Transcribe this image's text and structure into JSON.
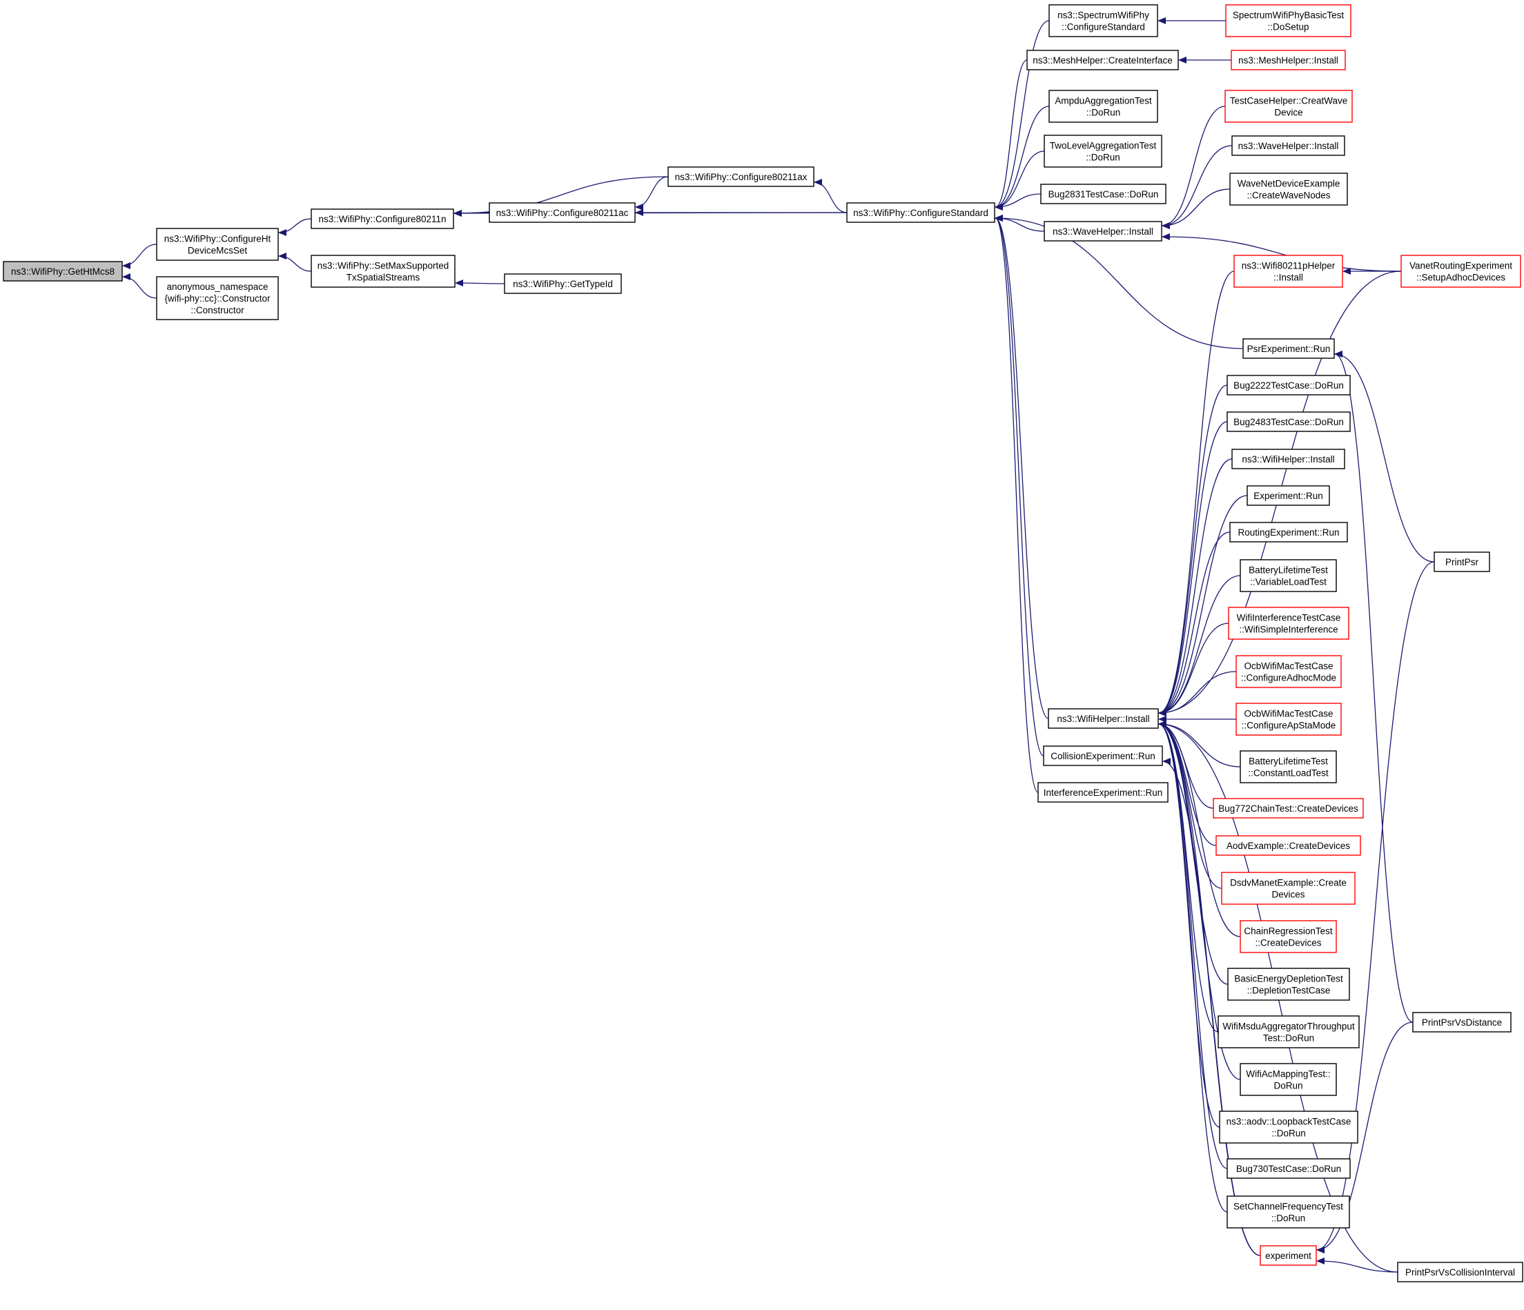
{
  "colors": {
    "edge": "#191970",
    "black_border": "#000000",
    "red_border": "#ff0000",
    "root_fill": "#bfbfbf",
    "node_fill": "#ffffff"
  },
  "nodes": [
    {
      "id": "n0",
      "lines": [
        "ns3::WifiPhy::GetHtMcs8"
      ],
      "style": "root"
    },
    {
      "id": "n1",
      "lines": [
        "ns3::WifiPhy::ConfigureHt",
        "DeviceMcsSet"
      ],
      "style": "black"
    },
    {
      "id": "n2",
      "lines": [
        "anonymous_namespace",
        "{wifi-phy::cc}::Constructor",
        "::Constructor"
      ],
      "style": "black"
    },
    {
      "id": "n3",
      "lines": [
        "ns3::WifiPhy::Configure80211n"
      ],
      "style": "black"
    },
    {
      "id": "n4",
      "lines": [
        "ns3::WifiPhy::SetMaxSupported",
        "TxSpatialStreams"
      ],
      "style": "black"
    },
    {
      "id": "n5",
      "lines": [
        "ns3::WifiPhy::Configure80211ac"
      ],
      "style": "black"
    },
    {
      "id": "n6",
      "lines": [
        "ns3::WifiPhy::GetTypeId"
      ],
      "style": "black"
    },
    {
      "id": "n7",
      "lines": [
        "ns3::WifiPhy::Configure80211ax"
      ],
      "style": "black"
    },
    {
      "id": "n8",
      "lines": [
        "ns3::WifiPhy::ConfigureStandard"
      ],
      "style": "black"
    },
    {
      "id": "n9",
      "lines": [
        "ns3::SpectrumWifiPhy",
        "::ConfigureStandard"
      ],
      "style": "black"
    },
    {
      "id": "n10",
      "lines": [
        "ns3::MeshHelper::CreateInterface"
      ],
      "style": "black"
    },
    {
      "id": "n11",
      "lines": [
        "AmpduAggregationTest",
        "::DoRun"
      ],
      "style": "black"
    },
    {
      "id": "n12",
      "lines": [
        "TwoLevelAggregationTest",
        "::DoRun"
      ],
      "style": "black"
    },
    {
      "id": "n13",
      "lines": [
        "Bug2831TestCase::DoRun"
      ],
      "style": "black"
    },
    {
      "id": "n14",
      "lines": [
        "ns3::WaveHelper::Install"
      ],
      "style": "black"
    },
    {
      "id": "n15",
      "lines": [
        "ns3::WifiHelper::Install"
      ],
      "style": "black"
    },
    {
      "id": "n16",
      "lines": [
        "CollisionExperiment::Run"
      ],
      "style": "black"
    },
    {
      "id": "n17",
      "lines": [
        "InterferenceExperiment::Run"
      ],
      "style": "black"
    },
    {
      "id": "n18",
      "lines": [
        "SpectrumWifiPhyBasicTest",
        "::DoSetup"
      ],
      "style": "red"
    },
    {
      "id": "n19",
      "lines": [
        "ns3::MeshHelper::Install"
      ],
      "style": "red"
    },
    {
      "id": "n20",
      "lines": [
        "TestCaseHelper::CreatWave",
        "Device"
      ],
      "style": "red"
    },
    {
      "id": "n21",
      "lines": [
        "ns3::WaveHelper::Install"
      ],
      "style": "black"
    },
    {
      "id": "n22",
      "lines": [
        "WaveNetDeviceExample",
        "::CreateWaveNodes"
      ],
      "style": "black"
    },
    {
      "id": "n23",
      "lines": [
        "VanetRoutingExperiment",
        "::SetupAdhocDevices"
      ],
      "style": "red"
    },
    {
      "id": "n24",
      "lines": [
        "ns3::Wifi80211pHelper",
        "::Install"
      ],
      "style": "red"
    },
    {
      "id": "n25",
      "lines": [
        "PsrExperiment::Run"
      ],
      "style": "black"
    },
    {
      "id": "n26",
      "lines": [
        "Bug2222TestCase::DoRun"
      ],
      "style": "black"
    },
    {
      "id": "n27",
      "lines": [
        "Bug2483TestCase::DoRun"
      ],
      "style": "black"
    },
    {
      "id": "n28",
      "lines": [
        "ns3::WifiHelper::Install"
      ],
      "style": "black"
    },
    {
      "id": "n29",
      "lines": [
        "Experiment::Run"
      ],
      "style": "black"
    },
    {
      "id": "n30",
      "lines": [
        "RoutingExperiment::Run"
      ],
      "style": "black"
    },
    {
      "id": "n31",
      "lines": [
        "BatteryLifetimeTest",
        "::VariableLoadTest"
      ],
      "style": "black"
    },
    {
      "id": "n32",
      "lines": [
        "WifiInterferenceTestCase",
        "::WifiSimpleInterference"
      ],
      "style": "red"
    },
    {
      "id": "n33",
      "lines": [
        "OcbWifiMacTestCase",
        "::ConfigureAdhocMode"
      ],
      "style": "red"
    },
    {
      "id": "n34",
      "lines": [
        "OcbWifiMacTestCase",
        "::ConfigureApStaMode"
      ],
      "style": "red"
    },
    {
      "id": "n35",
      "lines": [
        "BatteryLifetimeTest",
        "::ConstantLoadTest"
      ],
      "style": "black"
    },
    {
      "id": "n36",
      "lines": [
        "Bug772ChainTest::CreateDevices"
      ],
      "style": "red"
    },
    {
      "id": "n37",
      "lines": [
        "AodvExample::CreateDevices"
      ],
      "style": "red"
    },
    {
      "id": "n38",
      "lines": [
        "DsdvManetExample::Create",
        "Devices"
      ],
      "style": "red"
    },
    {
      "id": "n39",
      "lines": [
        "ChainRegressionTest",
        "::CreateDevices"
      ],
      "style": "red"
    },
    {
      "id": "n40",
      "lines": [
        "BasicEnergyDepletionTest",
        "::DepletionTestCase"
      ],
      "style": "black"
    },
    {
      "id": "n41",
      "lines": [
        "WifiMsduAggregatorThroughput",
        "Test::DoRun"
      ],
      "style": "black"
    },
    {
      "id": "n42",
      "lines": [
        "WifiAcMappingTest::",
        "DoRun"
      ],
      "style": "black"
    },
    {
      "id": "n43",
      "lines": [
        "ns3::aodv::LoopbackTestCase",
        "::DoRun"
      ],
      "style": "black"
    },
    {
      "id": "n44",
      "lines": [
        "Bug730TestCase::DoRun"
      ],
      "style": "black"
    },
    {
      "id": "n45",
      "lines": [
        "SetChannelFrequencyTest",
        "::DoRun"
      ],
      "style": "black"
    },
    {
      "id": "n46",
      "lines": [
        "experiment"
      ],
      "style": "red"
    },
    {
      "id": "n47",
      "lines": [
        "PrintPsr"
      ],
      "style": "black"
    },
    {
      "id": "n48",
      "lines": [
        "PrintPsrVsDistance"
      ],
      "style": "black"
    },
    {
      "id": "n49",
      "lines": [
        "PrintPsrVsCollisionInterval"
      ],
      "style": "black"
    }
  ],
  "edges": [
    [
      "n1",
      "n0"
    ],
    [
      "n2",
      "n0"
    ],
    [
      "n3",
      "n1"
    ],
    [
      "n4",
      "n1"
    ],
    [
      "n5",
      "n3"
    ],
    [
      "n7",
      "n3"
    ],
    [
      "n8",
      "n3"
    ],
    [
      "n7",
      "n5"
    ],
    [
      "n8",
      "n5"
    ],
    [
      "n6",
      "n4"
    ],
    [
      "n8",
      "n7"
    ],
    [
      "n9",
      "n8"
    ],
    [
      "n10",
      "n8"
    ],
    [
      "n11",
      "n8"
    ],
    [
      "n12",
      "n8"
    ],
    [
      "n13",
      "n8"
    ],
    [
      "n14",
      "n8"
    ],
    [
      "n15",
      "n8"
    ],
    [
      "n16",
      "n8"
    ],
    [
      "n17",
      "n8"
    ],
    [
      "n25",
      "n8"
    ],
    [
      "n18",
      "n9"
    ],
    [
      "n19",
      "n10"
    ],
    [
      "n20",
      "n14"
    ],
    [
      "n21",
      "n14"
    ],
    [
      "n22",
      "n14"
    ],
    [
      "n23",
      "n14"
    ],
    [
      "n23",
      "n24"
    ],
    [
      "n24",
      "n15"
    ],
    [
      "n23",
      "n15"
    ],
    [
      "n26",
      "n15"
    ],
    [
      "n27",
      "n15"
    ],
    [
      "n28",
      "n15"
    ],
    [
      "n29",
      "n15"
    ],
    [
      "n30",
      "n15"
    ],
    [
      "n31",
      "n15"
    ],
    [
      "n32",
      "n15"
    ],
    [
      "n33",
      "n15"
    ],
    [
      "n34",
      "n15"
    ],
    [
      "n35",
      "n15"
    ],
    [
      "n36",
      "n15"
    ],
    [
      "n37",
      "n15"
    ],
    [
      "n38",
      "n15"
    ],
    [
      "n39",
      "n15"
    ],
    [
      "n40",
      "n15"
    ],
    [
      "n41",
      "n15"
    ],
    [
      "n42",
      "n15"
    ],
    [
      "n43",
      "n15"
    ],
    [
      "n44",
      "n15"
    ],
    [
      "n45",
      "n15"
    ],
    [
      "n46",
      "n15"
    ],
    [
      "n49",
      "n15"
    ],
    [
      "n47",
      "n25"
    ],
    [
      "n48",
      "n25"
    ],
    [
      "n46",
      "n16"
    ],
    [
      "n47",
      "n46"
    ],
    [
      "n48",
      "n46"
    ],
    [
      "n49",
      "n46"
    ]
  ]
}
